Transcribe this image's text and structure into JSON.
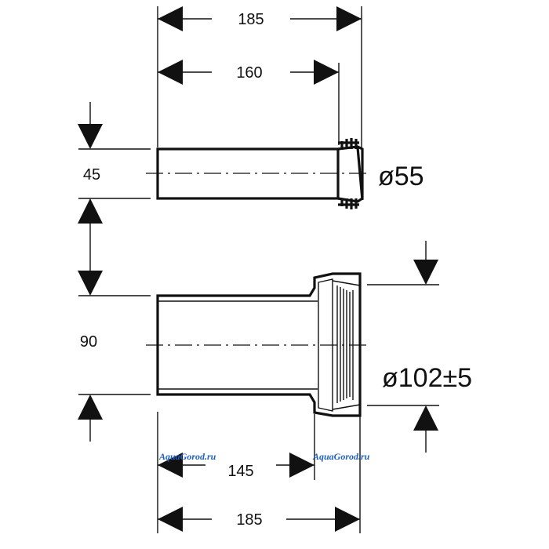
{
  "diagram": {
    "top_pipe": {
      "overall_length": "185",
      "body_length": "160",
      "height": "45",
      "diameter": "ø55"
    },
    "bottom_pipe": {
      "height": "90",
      "diameter": "ø102±5",
      "body_length": "145",
      "overall_length": "185"
    },
    "watermarks": [
      "AquaGorod.ru",
      "AquaGorod.ru"
    ]
  }
}
